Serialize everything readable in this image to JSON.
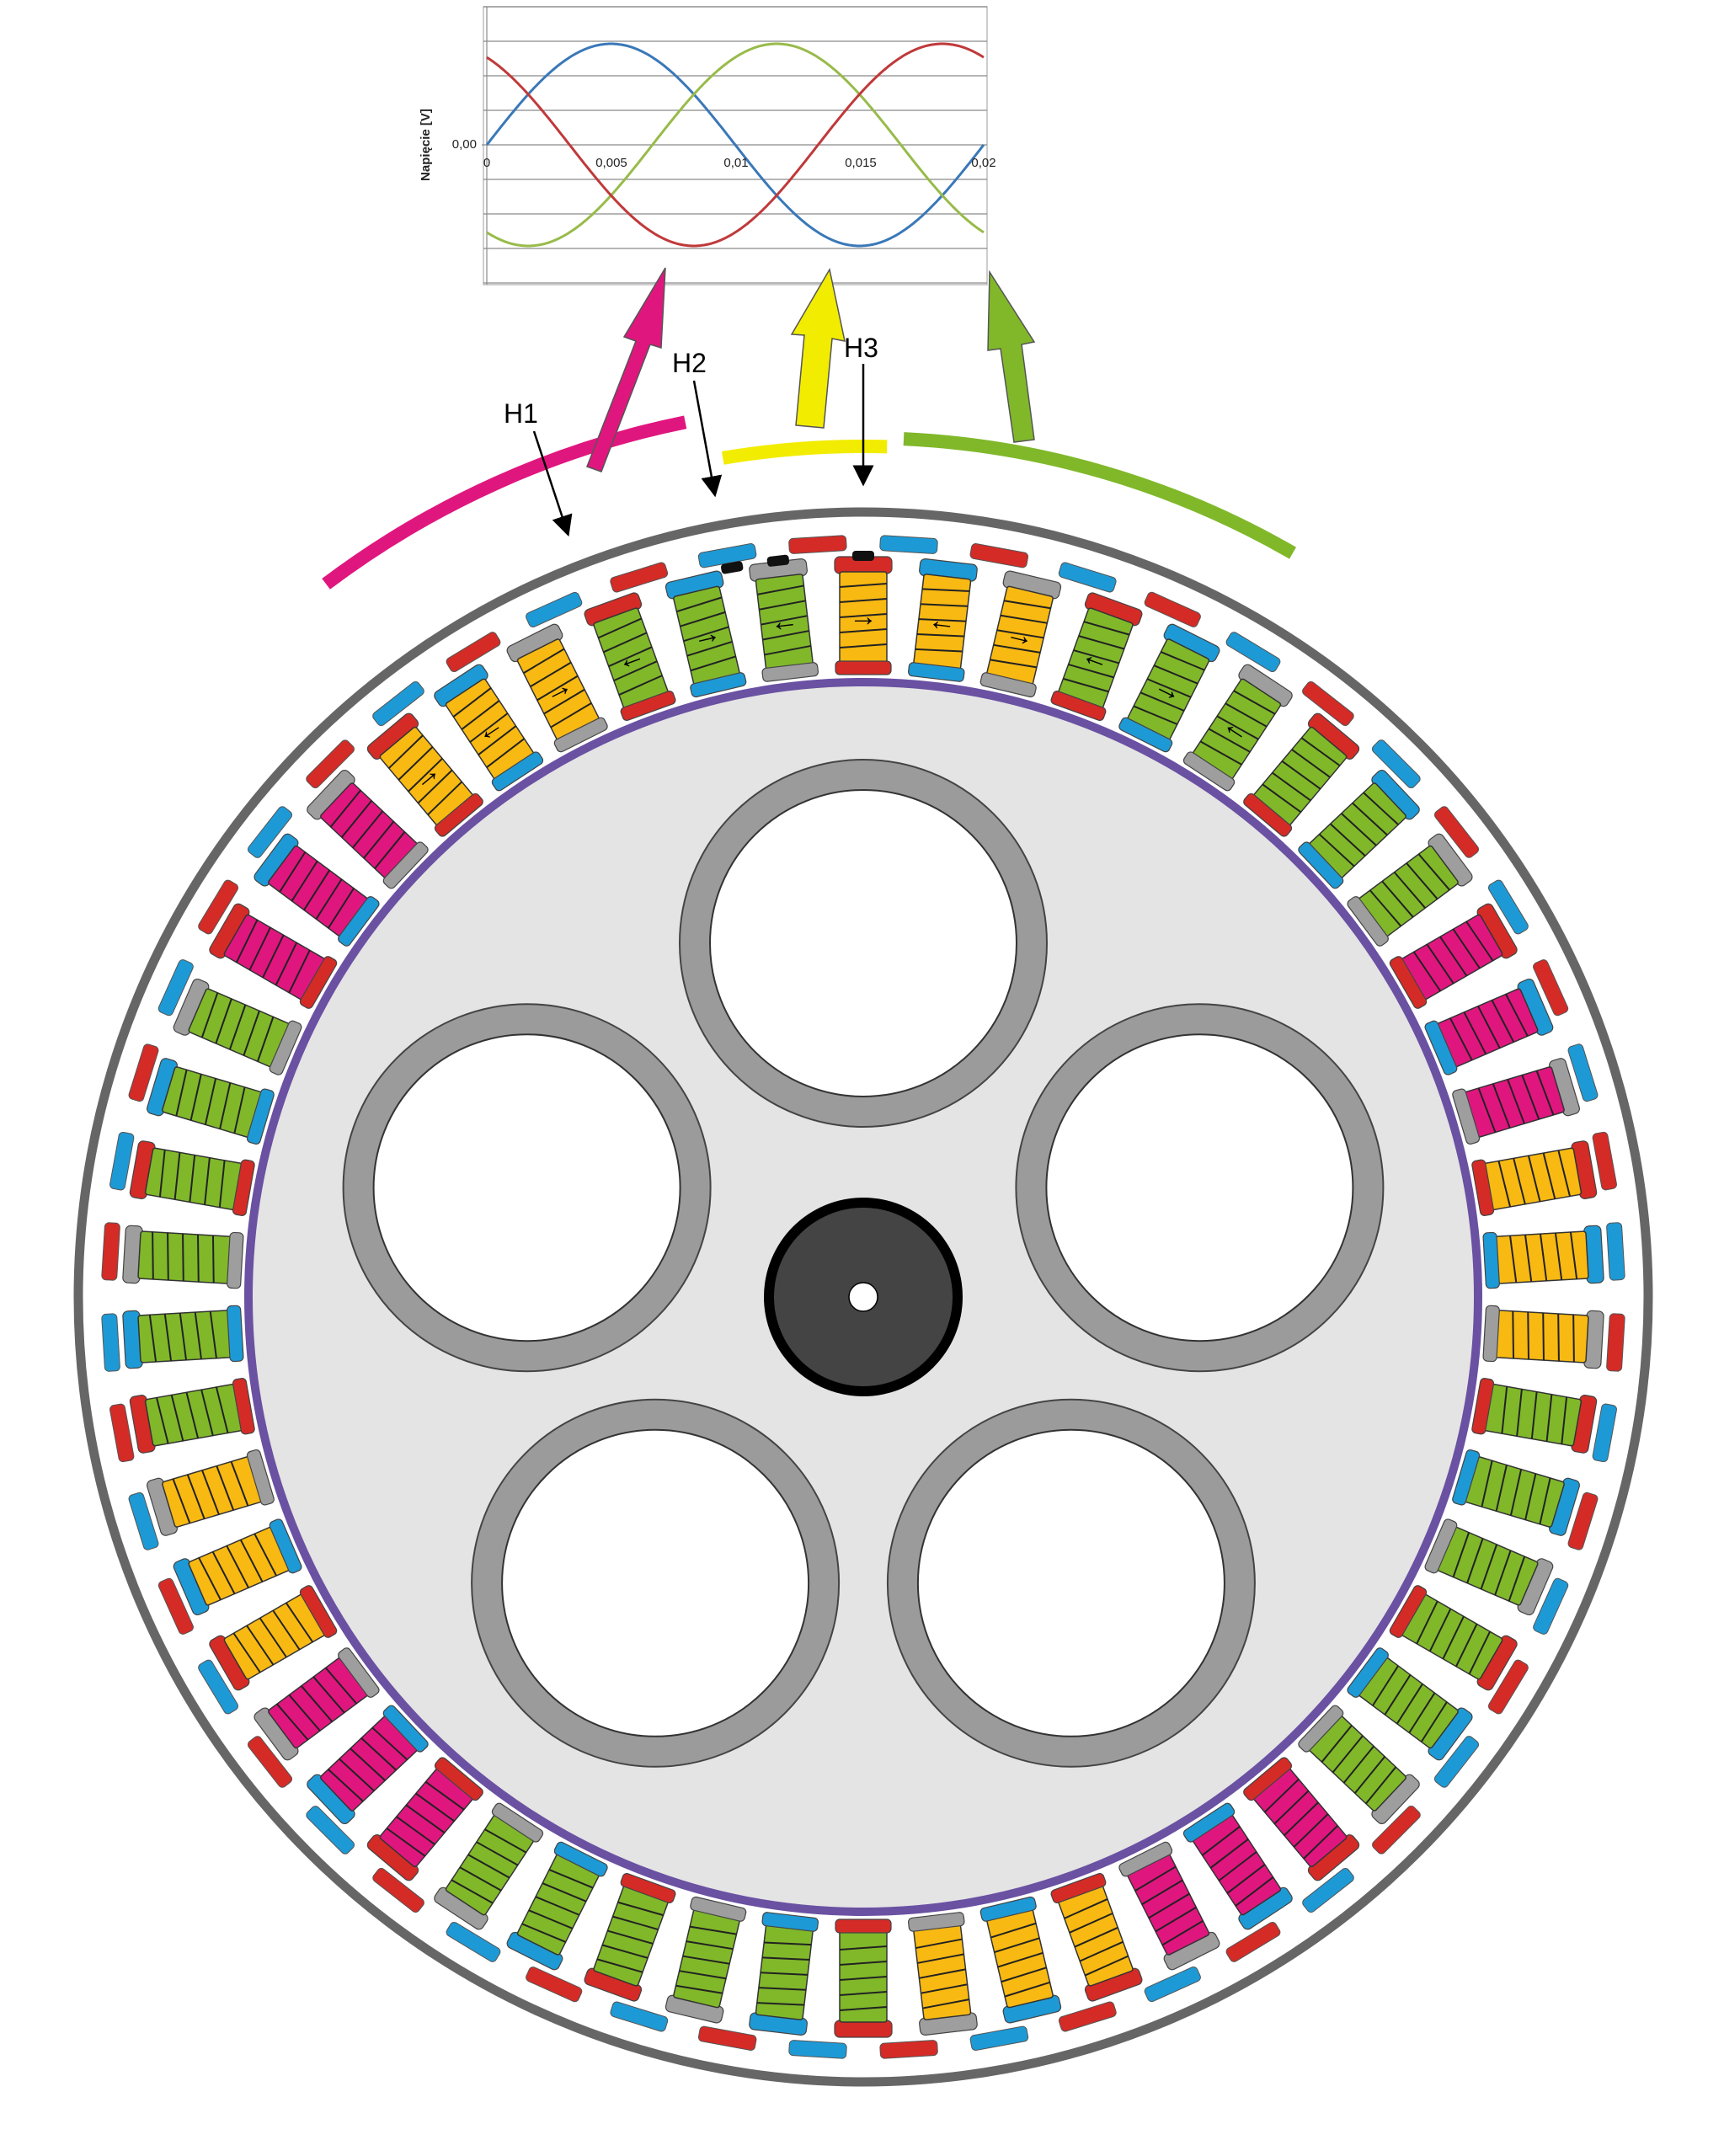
{
  "colors": {
    "phase_pink": "#e0167f",
    "phase_yellow": "#f2ec00",
    "phase_green": "#80b82a",
    "coil_yellow": "#f8b912",
    "magnet_red": "#d42b26",
    "magnet_blue": "#1d9ad6",
    "tooth_grey": "#9e9e9e",
    "rotor_ring": "#666666",
    "stator_edge": "#6a51a2",
    "stator_fill": "#e4e4e4",
    "hole_ring": "#9b9b9b",
    "hub": "#444444",
    "curve_blue": "#3a78b8",
    "curve_green": "#98bb4a",
    "curve_red": "#c0393a"
  },
  "hall_sensors": [
    {
      "label": "H1"
    },
    {
      "label": "H2"
    },
    {
      "label": "H3"
    }
  ],
  "icons": {
    "arrow_right": "→",
    "arrow_left": "←"
  },
  "chart_data": {
    "type": "line",
    "ylabel": "Napięcie [V]",
    "x_ticks": [
      "0",
      "0,005",
      "0,01",
      "0,015",
      "0,02"
    ],
    "y_ticks": [
      "0,00"
    ],
    "xlim": [
      0,
      0.02
    ],
    "ylim": [
      -1.35,
      1.35
    ],
    "grid": true,
    "series": [
      {
        "color": "curve_blue",
        "amplitude": 1,
        "frequency_hz": 50,
        "phase_deg": 0
      },
      {
        "color": "curve_green",
        "amplitude": 1,
        "frequency_hz": 50,
        "phase_deg": -120
      },
      {
        "color": "curve_red",
        "amplitude": 1,
        "frequency_hz": 50,
        "phase_deg": 120
      }
    ]
  }
}
